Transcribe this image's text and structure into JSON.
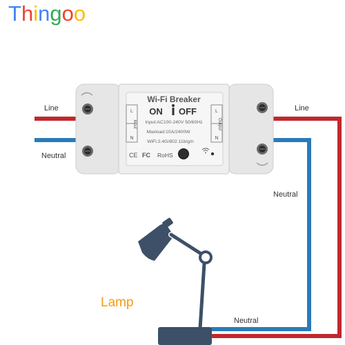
{
  "brand": {
    "letters": [
      {
        "ch": "T",
        "color": "#4285f4"
      },
      {
        "ch": "h",
        "color": "#ea4335"
      },
      {
        "ch": "i",
        "color": "#fbbc05"
      },
      {
        "ch": "n",
        "color": "#4285f4"
      },
      {
        "ch": "g",
        "color": "#34a853"
      },
      {
        "ch": "o",
        "color": "#ea4335"
      },
      {
        "ch": "o",
        "color": "#fbbc05"
      }
    ]
  },
  "device": {
    "title": "Wi-Fi Breaker",
    "on_label": "ON",
    "off_label": "OFF",
    "spec_input": "Input:AC100-240V 50/60Hz",
    "spec_maxload": "Maxload:10A/2400W",
    "spec_wifi": "WiFi:2.4G/802.11b/g/n",
    "side_input": "Input",
    "side_output": "Output",
    "terminal_l": "L",
    "terminal_n": "N",
    "ce_mark": "CE",
    "fc_mark": "FC",
    "rohs_mark": "RoHS"
  },
  "wires": {
    "left_line": "Line",
    "left_neutral": "Neutral",
    "right_line": "Line",
    "right_neutral": "Neutral",
    "bottom_neutral": "Neutral"
  },
  "lamp": {
    "label": "Lamp",
    "label_color": "#f39c12"
  },
  "colors": {
    "line_wire": "#c0282d",
    "neutral_wire": "#2b7bb9",
    "lamp_body": "#3d5068",
    "device_body": "#ececec"
  }
}
